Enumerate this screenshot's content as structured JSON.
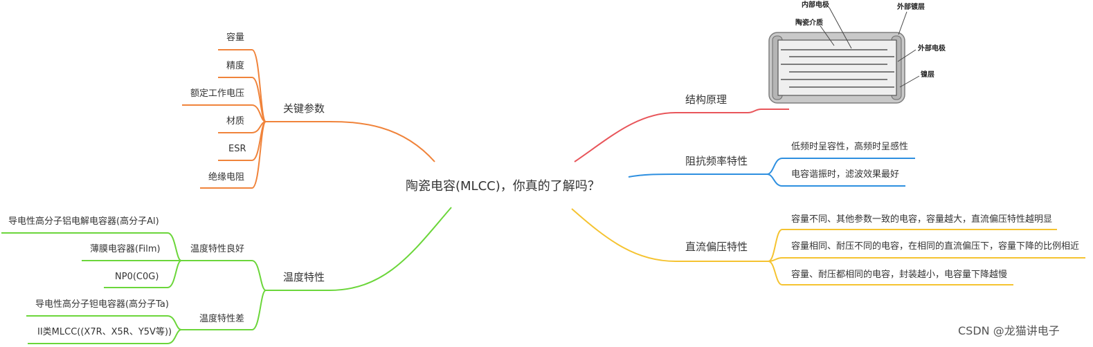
{
  "center": "陶瓷电容(MLCC)，你真的了解吗？",
  "colors": {
    "key_params": "#f0833a",
    "structure": "#e8555a",
    "impedance": "#2d8fe0",
    "temperature": "#6bd63a",
    "dc_bias": "#f5c330",
    "capacitor_body": "#888888"
  },
  "branches": {
    "key_params": {
      "label": "关键参数",
      "items": [
        "容量",
        "精度",
        "额定工作电压",
        "材质",
        "ESR",
        "绝缘电阻"
      ]
    },
    "temperature": {
      "label": "温度特性",
      "good": {
        "label": "温度特性良好",
        "items": [
          "导电性高分子铝电解电容器(高分子Al)",
          "薄膜电容器(Film)",
          "NP0(C0G)"
        ]
      },
      "bad": {
        "label": "温度特性差",
        "items": [
          "导电性高分子钽电容器(高分子Ta)",
          "II类MLCC((X7R、X5R、Y5V等))"
        ]
      }
    },
    "structure": {
      "label": "结构原理",
      "diagram_labels": [
        "内部电极",
        "陶瓷介质",
        "外部镀层",
        "外部电极",
        "镍层"
      ]
    },
    "impedance": {
      "label": "阻抗频率特性",
      "items": [
        "低频时呈容性，高频时呈感性",
        "电容谐振时，滤波效果最好"
      ]
    },
    "dc_bias": {
      "label": "直流偏压特性",
      "items": [
        "容量不同、其他参数一致的电容，容量越大，直流偏压特性越明显",
        "容量相同、耐压不同的电容，在相同的直流偏压下，容量下降的比例相近",
        "容量、耐压都相同的电容，封装越小，电容量下降越慢"
      ]
    }
  },
  "watermark": "CSDN @龙猫讲电子"
}
